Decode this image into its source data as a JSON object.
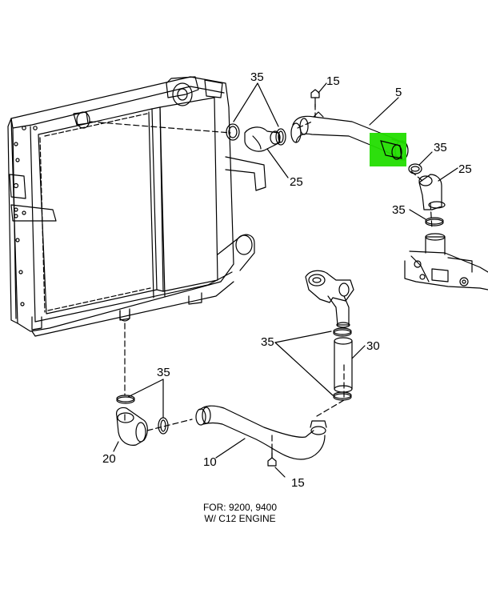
{
  "callouts": {
    "part_5": "5",
    "part_10": "10",
    "part_15_top": "15",
    "part_15_bottom": "15",
    "part_20": "20",
    "part_25_left": "25",
    "part_25_right": "25",
    "part_30": "30",
    "part_35_top": "35",
    "part_35_right_upper": "35",
    "part_35_right_lower": "35",
    "part_35_middle": "35",
    "part_35_bottom": "35"
  },
  "caption": {
    "line1": "FOR: 9200, 9400",
    "line2": "W/ C12 ENGINE"
  },
  "highlight": {
    "color": "#22dd00",
    "part": "5"
  },
  "colors": {
    "line": "#000000",
    "background": "#ffffff"
  }
}
